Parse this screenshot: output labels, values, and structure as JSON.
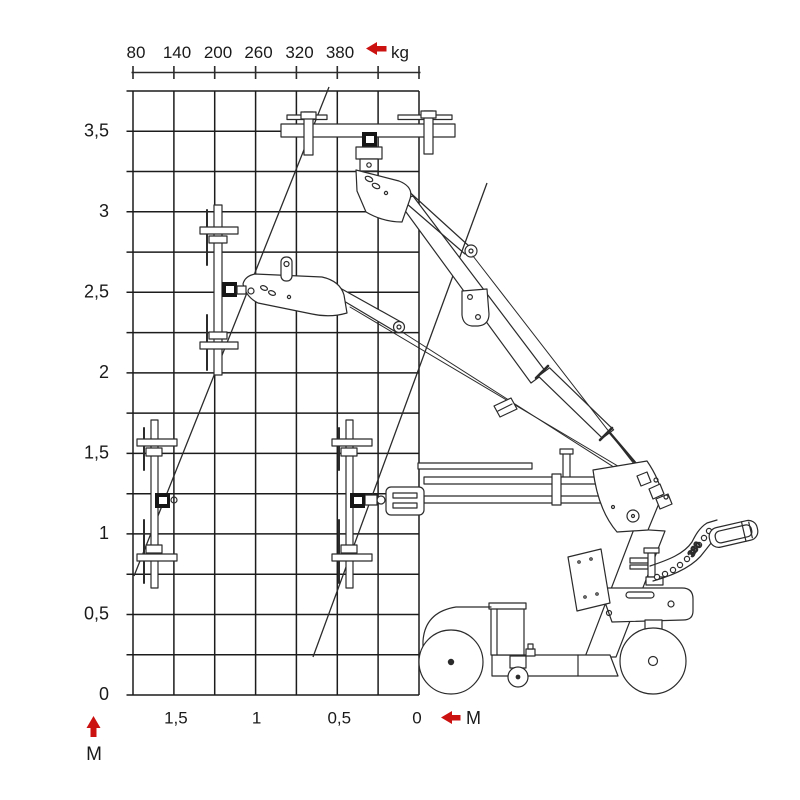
{
  "colors": {
    "line": "#2b2b2b",
    "grid": "#1c1c1c",
    "accent_red": "#cc1111",
    "text": "#1a1a1a",
    "background": "#ffffff"
  },
  "diagram": {
    "top_axis": {
      "unit": "kg",
      "labels": [
        "80",
        "140",
        "200",
        "260",
        "320",
        "380"
      ]
    },
    "left_axis": {
      "unit": "M",
      "labels": [
        "3,5",
        "3",
        "2,5",
        "2",
        "1,5",
        "1",
        "0,5",
        "0"
      ]
    },
    "bottom_axis": {
      "unit": "M",
      "labels": [
        "1,5",
        "1",
        "0,5",
        "0"
      ]
    },
    "machine": {
      "capacity_label": "380"
    }
  },
  "chart_data": {
    "type": "line",
    "description_visible_axes_only": true,
    "top_axis": {
      "label": "kg",
      "ticks": [
        80,
        140,
        200,
        260,
        320,
        380
      ]
    },
    "left_axis": {
      "label": "M",
      "ticks": [
        3.5,
        3,
        2.5,
        2,
        1.5,
        1,
        0.5,
        0
      ]
    },
    "bottom_axis": {
      "label": "M",
      "ticks": [
        1.5,
        1,
        0.5,
        0
      ]
    },
    "grid": {
      "columns": 7,
      "rows": 15
    },
    "machine_capacity_marking": 380
  }
}
